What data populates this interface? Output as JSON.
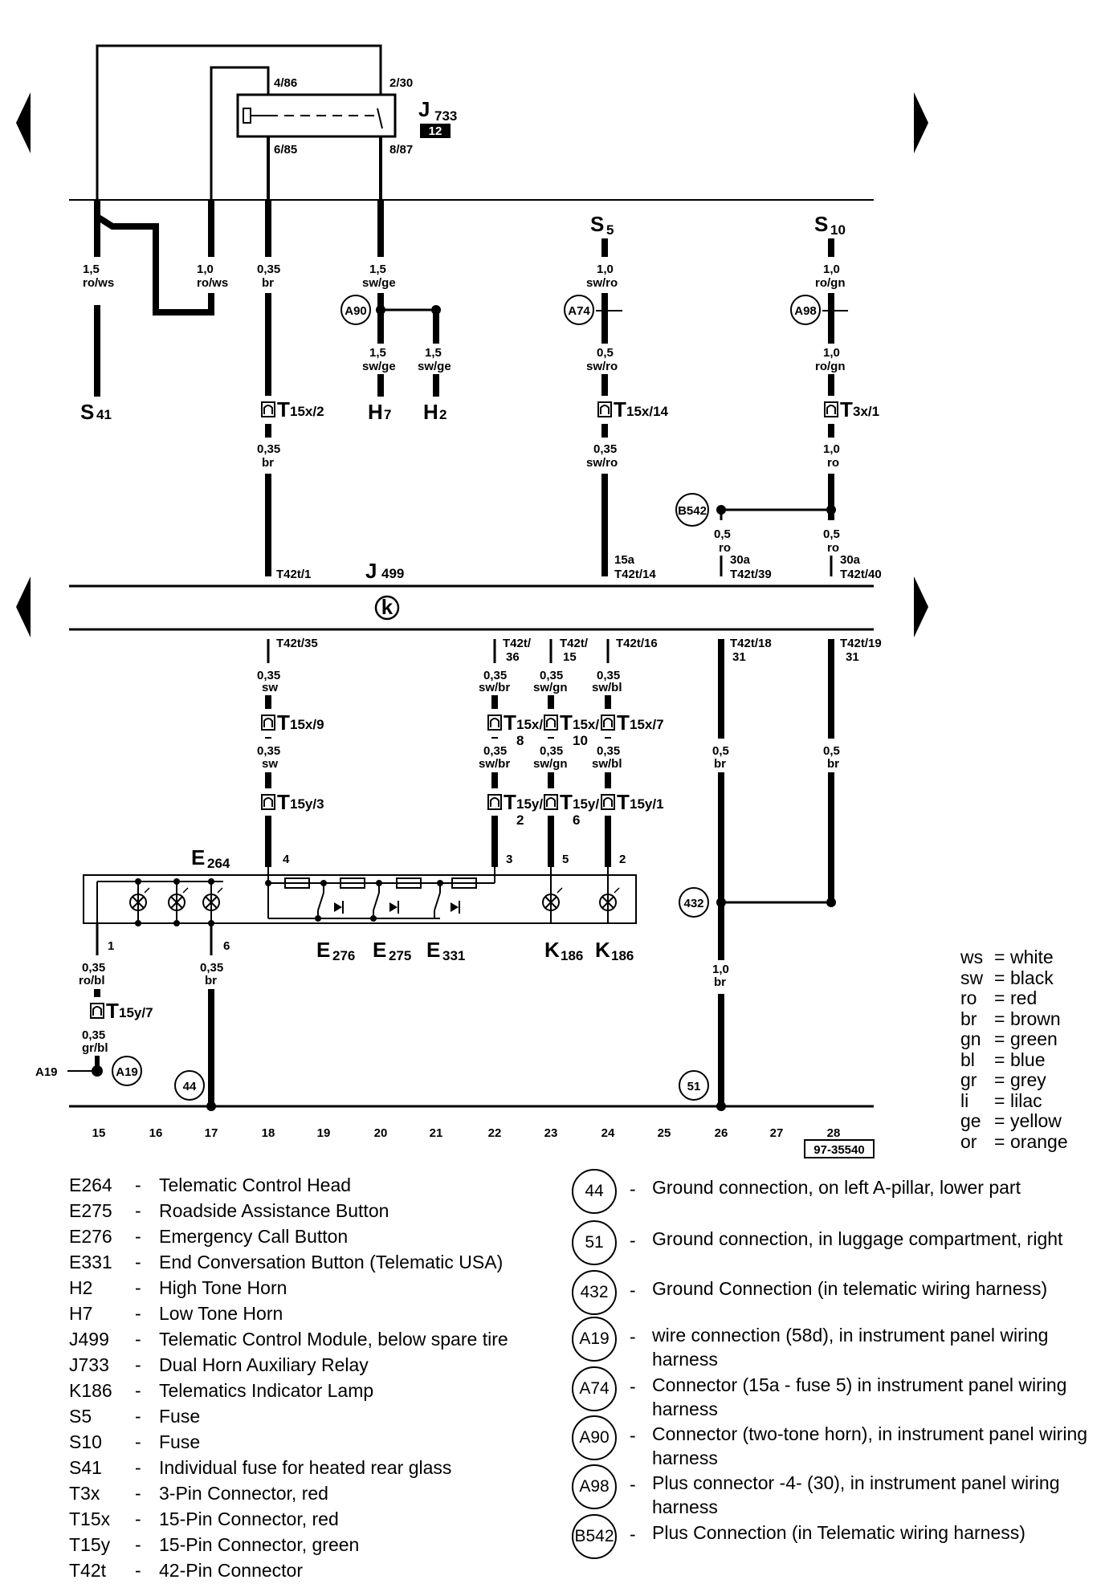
{
  "diagram": {
    "doc_number": "97-35540",
    "relay": {
      "code": "J",
      "sub": "733",
      "badge": "12",
      "pins": [
        "4/86",
        "2/30",
        "6/85",
        "8/87"
      ]
    },
    "module": {
      "code": "J",
      "sub": "499",
      "symbol": "k"
    },
    "components": {
      "S41": {
        "code": "S",
        "sub": "41"
      },
      "S5": {
        "code": "S",
        "sub": "5"
      },
      "S10": {
        "code": "S",
        "sub": "10"
      },
      "H7": {
        "code": "H",
        "sub": "7"
      },
      "H2": {
        "code": "H",
        "sub": "2"
      },
      "E264": {
        "code": "E",
        "sub": "264"
      },
      "E276": {
        "code": "E",
        "sub": "276"
      },
      "E275": {
        "code": "E",
        "sub": "275"
      },
      "E331": {
        "code": "E",
        "sub": "331"
      },
      "K186a": {
        "code": "K",
        "sub": "186"
      },
      "K186b": {
        "code": "K",
        "sub": "186"
      }
    },
    "wire_labels": {
      "w15": [
        "1,5",
        "ro/ws"
      ],
      "w17": [
        "1,0",
        "ro/ws"
      ],
      "w18a": [
        "0,35",
        "br"
      ],
      "w18b": [
        "0,35",
        "br"
      ],
      "w18c": [
        "0,35",
        "sw"
      ],
      "w18d": [
        "0,35",
        "sw"
      ],
      "w20": [
        "1,5",
        "sw/ge"
      ],
      "h7w": [
        "1,5",
        "sw/ge"
      ],
      "h2w": [
        "1,5",
        "sw/ge"
      ],
      "w24a": [
        "1,0",
        "sw/ro"
      ],
      "w24b": [
        "0,5",
        "sw/ro"
      ],
      "w24c": [
        "0,35",
        "sw/ro"
      ],
      "w28a": [
        "1,0",
        "ro/gn"
      ],
      "w28b": [
        "1,0",
        "ro/gn"
      ],
      "w28c": [
        "1,0",
        "ro"
      ],
      "w26p": [
        "0,5",
        "ro"
      ],
      "w28p": [
        "0,5",
        "ro"
      ],
      "w22a": [
        "0,35",
        "sw/br"
      ],
      "w22b": [
        "0,35",
        "sw/br"
      ],
      "w23a": [
        "0,35",
        "sw/gn"
      ],
      "w23b": [
        "0,35",
        "sw/gn"
      ],
      "w24d": [
        "0,35",
        "sw/bl"
      ],
      "w24e": [
        "0,35",
        "sw/bl"
      ],
      "w26g": [
        "0,5",
        "br"
      ],
      "w28g": [
        "0,5",
        "br"
      ],
      "w26h": [
        "1,0",
        "br"
      ],
      "w15a": [
        "0,35",
        "ro/bl"
      ],
      "w15b": [
        "0,35",
        "gr/bl"
      ],
      "w17g": [
        "0,35",
        "br"
      ]
    },
    "connectors": {
      "T15x2": "15x/2",
      "T15x14": "15x/14",
      "T3x1": "3x/1",
      "T15x9": "15x/9",
      "T15x8": [
        "15x/",
        "8"
      ],
      "T15x10": [
        "15x/",
        "10"
      ],
      "T15x7": "15x/7",
      "T15y3": "15y/3",
      "T15y2": [
        "15y/",
        "2"
      ],
      "T15y6": [
        "15y/",
        "6"
      ],
      "T15y1": "15y/1",
      "T15y7": "15y/7"
    },
    "pins": {
      "p18top": "T42t/1",
      "p24top": [
        "15a",
        "T42t/14"
      ],
      "p26top": [
        "30a",
        "T42t/39"
      ],
      "p28top": [
        "30a",
        "T42t/40"
      ],
      "p18bot": "T42t/35",
      "p22bot": [
        "T42t/",
        "36"
      ],
      "p23bot": [
        "T42t/",
        "15"
      ],
      "p24bot": "T42t/16",
      "p26bot": [
        "T42t/18",
        "31"
      ],
      "p28bot": [
        "T42t/19",
        "31"
      ],
      "e4": "4",
      "e3": "3",
      "e5": "5",
      "e2": "2",
      "e1": "1",
      "e6": "6"
    },
    "circles": {
      "A90": "A90",
      "A74": "A74",
      "A98": "A98",
      "B542": "B542",
      "c432": "432",
      "A19": "A19",
      "c44": "44",
      "c51": "51"
    },
    "a19_label": "A19",
    "grid": [
      "15",
      "16",
      "17",
      "18",
      "19",
      "20",
      "21",
      "22",
      "23",
      "24",
      "25",
      "26",
      "27",
      "28"
    ]
  },
  "components_legend": [
    {
      "code": "E264",
      "desc": "Telematic Control Head"
    },
    {
      "code": "E275",
      "desc": "Roadside Assistance Button"
    },
    {
      "code": "E276",
      "desc": "Emergency Call Button"
    },
    {
      "code": "E331",
      "desc": "End Conversation Button (Telematic USA)"
    },
    {
      "code": "H2",
      "desc": "High Tone Horn"
    },
    {
      "code": "H7",
      "desc": "Low Tone Horn"
    },
    {
      "code": "J499",
      "desc": "Telematic Control Module, below spare tire"
    },
    {
      "code": "J733",
      "desc": "Dual Horn Auxiliary Relay"
    },
    {
      "code": "K186",
      "desc": "Telematics Indicator Lamp"
    },
    {
      "code": "S5",
      "desc": "Fuse"
    },
    {
      "code": "S10",
      "desc": "Fuse"
    },
    {
      "code": "S41",
      "desc": "Individual fuse for heated rear glass"
    },
    {
      "code": "T3x",
      "desc": "3-Pin Connector, red"
    },
    {
      "code": "T15x",
      "desc": "15-Pin Connector, red"
    },
    {
      "code": "T15y",
      "desc": "15-Pin Connector, green"
    },
    {
      "code": "T42t",
      "desc": "42-Pin Connector"
    }
  ],
  "connections_legend": [
    {
      "code": "44",
      "desc": "Ground connection, on left A-pillar, lower part"
    },
    {
      "code": "51",
      "desc": "Ground connection, in luggage compartment, right"
    },
    {
      "code": "432",
      "desc": "Ground Connection (in telematic wiring harness)"
    },
    {
      "code": "A19",
      "desc": "wire connection (58d), in instrument panel wiring harness"
    },
    {
      "code": "A74",
      "desc": "Connector (15a - fuse 5) in instrument panel wiring harness"
    },
    {
      "code": "A90",
      "desc": "Connector (two-tone horn), in instrument panel wiring harness"
    },
    {
      "code": "A98",
      "desc": "Plus connector -4- (30), in instrument panel wiring harness"
    },
    {
      "code": "B542",
      "desc": "Plus Connection (in Telematic wiring harness)"
    }
  ],
  "wire_colors": [
    {
      "abbr": "ws",
      "name": "white"
    },
    {
      "abbr": "sw",
      "name": "black"
    },
    {
      "abbr": "ro",
      "name": "red"
    },
    {
      "abbr": "br",
      "name": "brown"
    },
    {
      "abbr": "gn",
      "name": "green"
    },
    {
      "abbr": "bl",
      "name": "blue"
    },
    {
      "abbr": "gr",
      "name": "grey"
    },
    {
      "abbr": "li",
      "name": "lilac"
    },
    {
      "abbr": "ge",
      "name": "yellow"
    },
    {
      "abbr": "or",
      "name": "orange"
    }
  ]
}
